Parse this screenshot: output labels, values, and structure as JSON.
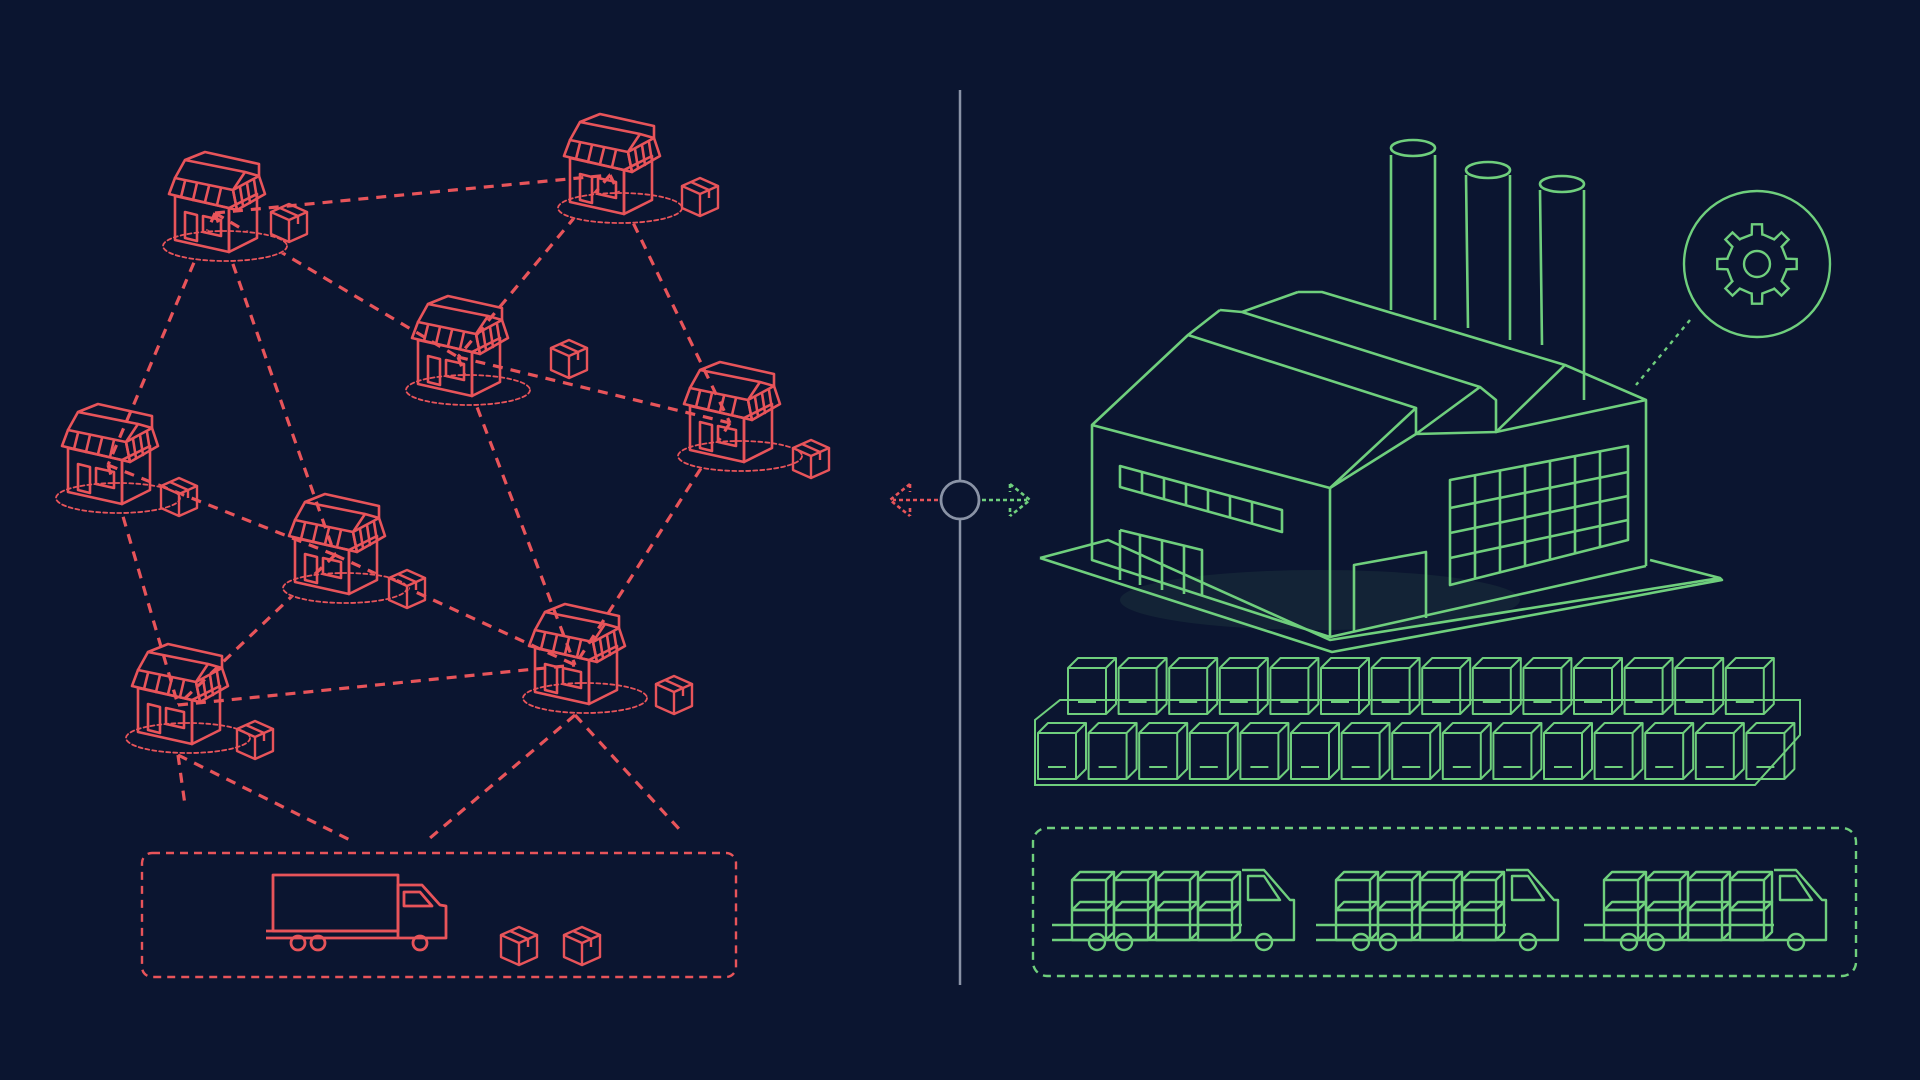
{
  "colors": {
    "background": "#0b1530",
    "network_red": "#e8545a",
    "factory_green": "#6fcf7d",
    "divider": "#8a93a6"
  },
  "left_panel": {
    "concept": "many-small-shops-network",
    "shop_count": 8,
    "icon": "storefront-icon",
    "delivery_zone": {
      "trucks": 1,
      "boxes": 2
    }
  },
  "right_panel": {
    "concept": "centralized-factory",
    "icon": "factory-icon",
    "chimney_count": 3,
    "badge": "gear-icon",
    "inventory_rows": 2,
    "delivery_zone": {
      "trucks": 3
    }
  },
  "divider": {
    "connector": "bidirectional-arrow-icon"
  }
}
